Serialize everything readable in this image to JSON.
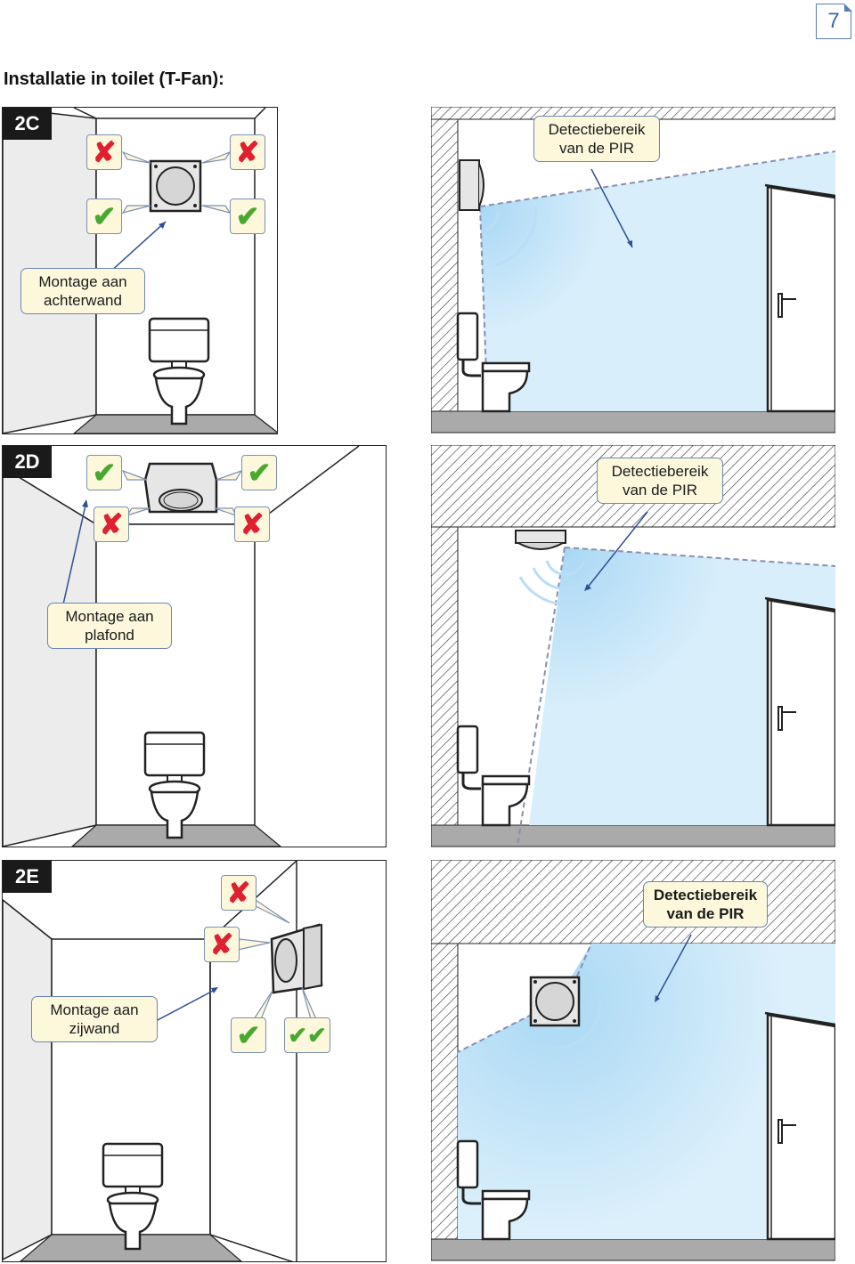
{
  "page_number": "7",
  "title": "Installatie in toilet (T-Fan):",
  "colors": {
    "ok": "#49a82f",
    "no": "#e0202e",
    "callout_bg": "#fdf8dc",
    "callout_border": "#6c86b6",
    "detection": "#cde9f9",
    "dash": "#8a8fb0"
  },
  "icons": {
    "ok": "check-icon",
    "no": "cross-icon"
  },
  "sections": [
    {
      "label": "2C",
      "mount_label": "Montage aan achterwand",
      "mount_label_lines": [
        "Montage aan",
        "achterwand"
      ],
      "detection_lines": [
        "Detectiebereik",
        "van de PIR"
      ],
      "markers": {
        "top_left": "✘",
        "top_right": "✘",
        "bottom_left": "✔",
        "bottom_right": "✔"
      }
    },
    {
      "label": "2D",
      "mount_label_lines": [
        "Montage aan",
        "plafond"
      ],
      "detection_lines": [
        "Detectiebereik",
        "van de PIR"
      ],
      "markers": {
        "top_left": "✔",
        "top_right": "✔",
        "bottom_left": "✘",
        "bottom_right": "✘"
      }
    },
    {
      "label": "2E",
      "mount_label_lines": [
        "Montage aan",
        "zijwand"
      ],
      "detection_lines": [
        "Detectiebereik",
        "van de PIR"
      ],
      "markers": {
        "top": "✘",
        "middle": "✘",
        "bottom_left": "✔",
        "bottom_right": "✔✔"
      }
    }
  ]
}
